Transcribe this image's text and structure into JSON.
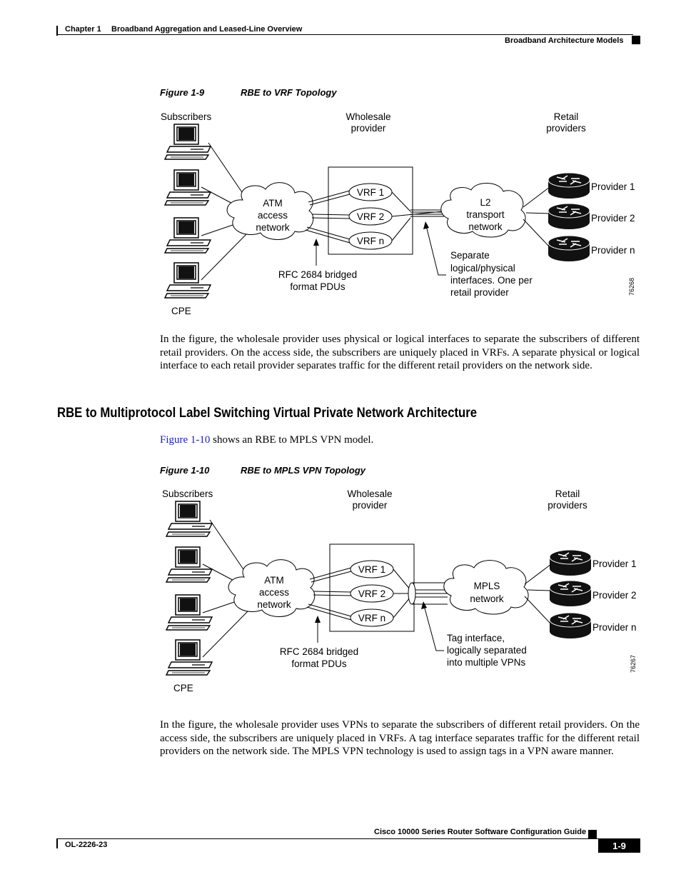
{
  "header": {
    "chapter": "Chapter 1",
    "chapter_title": "Broadband Aggregation and Leased-Line Overview",
    "section": "Broadband Architecture Models"
  },
  "figure1": {
    "number": "Figure 1-9",
    "title": "RBE to VRF Topology",
    "subscribers": "Subscribers",
    "wholesale": [
      "Wholesale",
      "provider"
    ],
    "retail": [
      "Retail",
      "providers"
    ],
    "access_net": [
      "ATM",
      "access",
      "network"
    ],
    "vrfs": [
      "VRF 1",
      "VRF 2",
      "VRF n"
    ],
    "transport": [
      "L2",
      "transport",
      "network"
    ],
    "providers": [
      "Provider 1",
      "Provider 2",
      "Provider n"
    ],
    "rfc_note": [
      "RFC 2684 bridged",
      "format PDUs"
    ],
    "iface_note": [
      "Separate",
      "logical/physical",
      "interfaces. One per",
      "retail provider"
    ],
    "cpe": "CPE",
    "art_id": "76268"
  },
  "para1": "In the figure, the wholesale provider uses physical or logical interfaces to separate the subscribers of different retail providers. On the access side, the subscribers are uniquely placed in VRFs. A separate physical or logical interface to each retail provider separates traffic for the different retail providers on the network side.",
  "section_title": "RBE to Multiprotocol Label Switching Virtual Private Network Architecture",
  "intro": {
    "link": "Figure 1-10",
    "rest": " shows an RBE to MPLS VPN model."
  },
  "figure2": {
    "number": "Figure 1-10",
    "title": "RBE to MPLS VPN Topology",
    "subscribers": "Subscribers",
    "wholesale": [
      "Wholesale",
      "provider"
    ],
    "retail": [
      "Retail",
      "providers"
    ],
    "access_net": [
      "ATM",
      "access",
      "network"
    ],
    "vrfs": [
      "VRF 1",
      "VRF 2",
      "VRF n"
    ],
    "transport": [
      "MPLS",
      "network"
    ],
    "providers": [
      "Provider 1",
      "Provider 2",
      "Provider n"
    ],
    "rfc_note": [
      "RFC 2684 bridged",
      "format PDUs"
    ],
    "iface_note": [
      "Tag interface,",
      "logically separated",
      "into multiple VPNs"
    ],
    "cpe": "CPE",
    "art_id": "76267"
  },
  "para2": "In the figure, the wholesale provider uses VPNs to separate the subscribers of different retail providers. On the access side, the subscribers are uniquely placed in VRFs. A tag interface separates traffic for the different retail providers on the network side. The MPLS VPN technology is used to assign tags in a VPN aware manner.",
  "footer": {
    "guide_title": "Cisco 10000 Series Router Software Configuration Guide",
    "doc_id": "OL-2226-23",
    "page": "1-9"
  }
}
